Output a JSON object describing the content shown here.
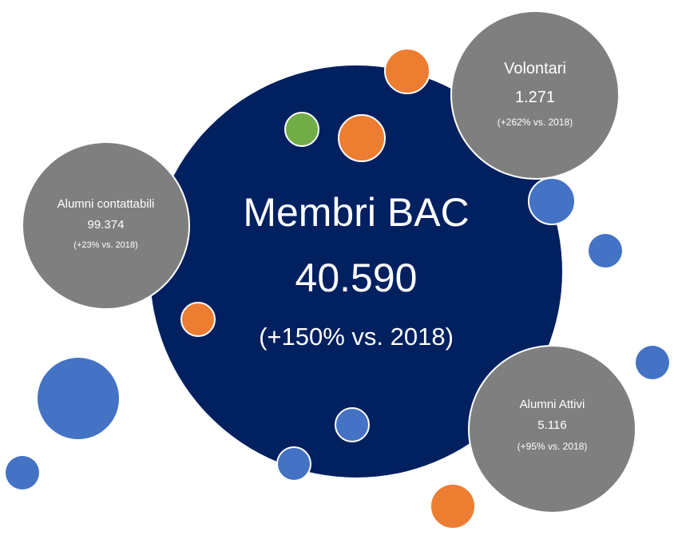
{
  "colors": {
    "navy": "#002060",
    "gray": "#7f7f7f",
    "orange": "#ed7d31",
    "blue": "#4472c4",
    "green": "#70ad47"
  },
  "main": {
    "title": "Membri BAC",
    "value": "40.590",
    "change": "(+150% vs. 2018)"
  },
  "volontari": {
    "title": "Volontari",
    "value": "1.271",
    "change": "(+262% vs. 2018)"
  },
  "alumni_contattabili": {
    "title": "Alumni contattabili",
    "value": "99.374",
    "change": "(+23% vs. 2018)"
  },
  "alumni_attivi": {
    "title": "Alumni Attivi",
    "value": "5.116",
    "change": "(+95% vs. 2018)"
  }
}
